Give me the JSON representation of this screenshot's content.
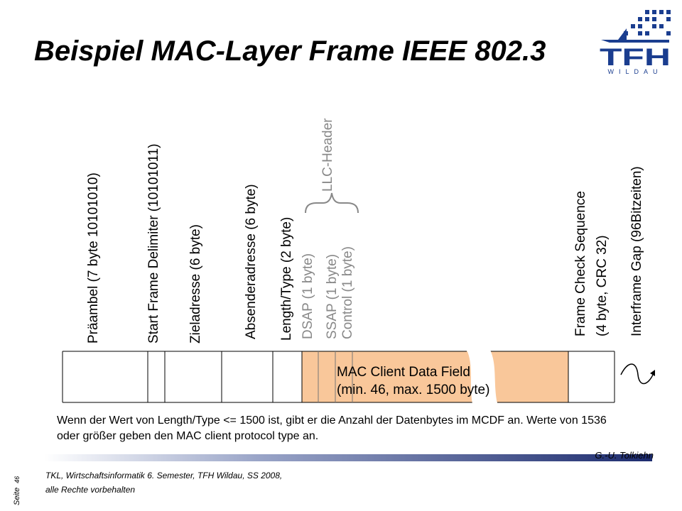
{
  "title": "Beispiel MAC-Layer Frame IEEE 802.3",
  "logo": {
    "letters": "TFH",
    "subtitle": "WILDAU"
  },
  "fields": {
    "preamble": "Präambel (7 byte 10101010)",
    "sfd": "Start Frame Delimiter (10101011)",
    "dest": "Zieladresse (6 byte)",
    "src": "Absenderadresse (6 byte)",
    "length": "Length/Type (2 byte)",
    "dsap": "DSAP (1 byte)",
    "ssap": "SSAP (1 byte)",
    "control": "Control (1 byte)",
    "llc": "LLC-Header",
    "fcs_line1": "Frame Check Sequence",
    "fcs_line2": "(4 byte, CRC 32)",
    "gap": "Interframe Gap (96Bitzeiten)"
  },
  "data_field": {
    "line1": "MAC Client Data Field",
    "line2": "(min. 46, max. 1500 byte)"
  },
  "note": "Wenn der Wert von Length/Type <= 1500 ist, gibt er die Anzahl der Datenbytes im MCDF an. Werte von 1536 oder größer geben den MAC client protocol type an.",
  "footer": {
    "author": "G.-U.  Tolkiehn",
    "course_line1": "TKL, Wirtschaftsinformatik 6. Semester, TFH Wildau, SS 2008,",
    "course_line2": "alle Rechte vorbehalten",
    "page_label": "Seite",
    "page_number": "46"
  },
  "colors": {
    "data_fill": "#f9c79a",
    "logo_blue": "#1a3d8f",
    "footer_dark": "#1c2b6e"
  }
}
